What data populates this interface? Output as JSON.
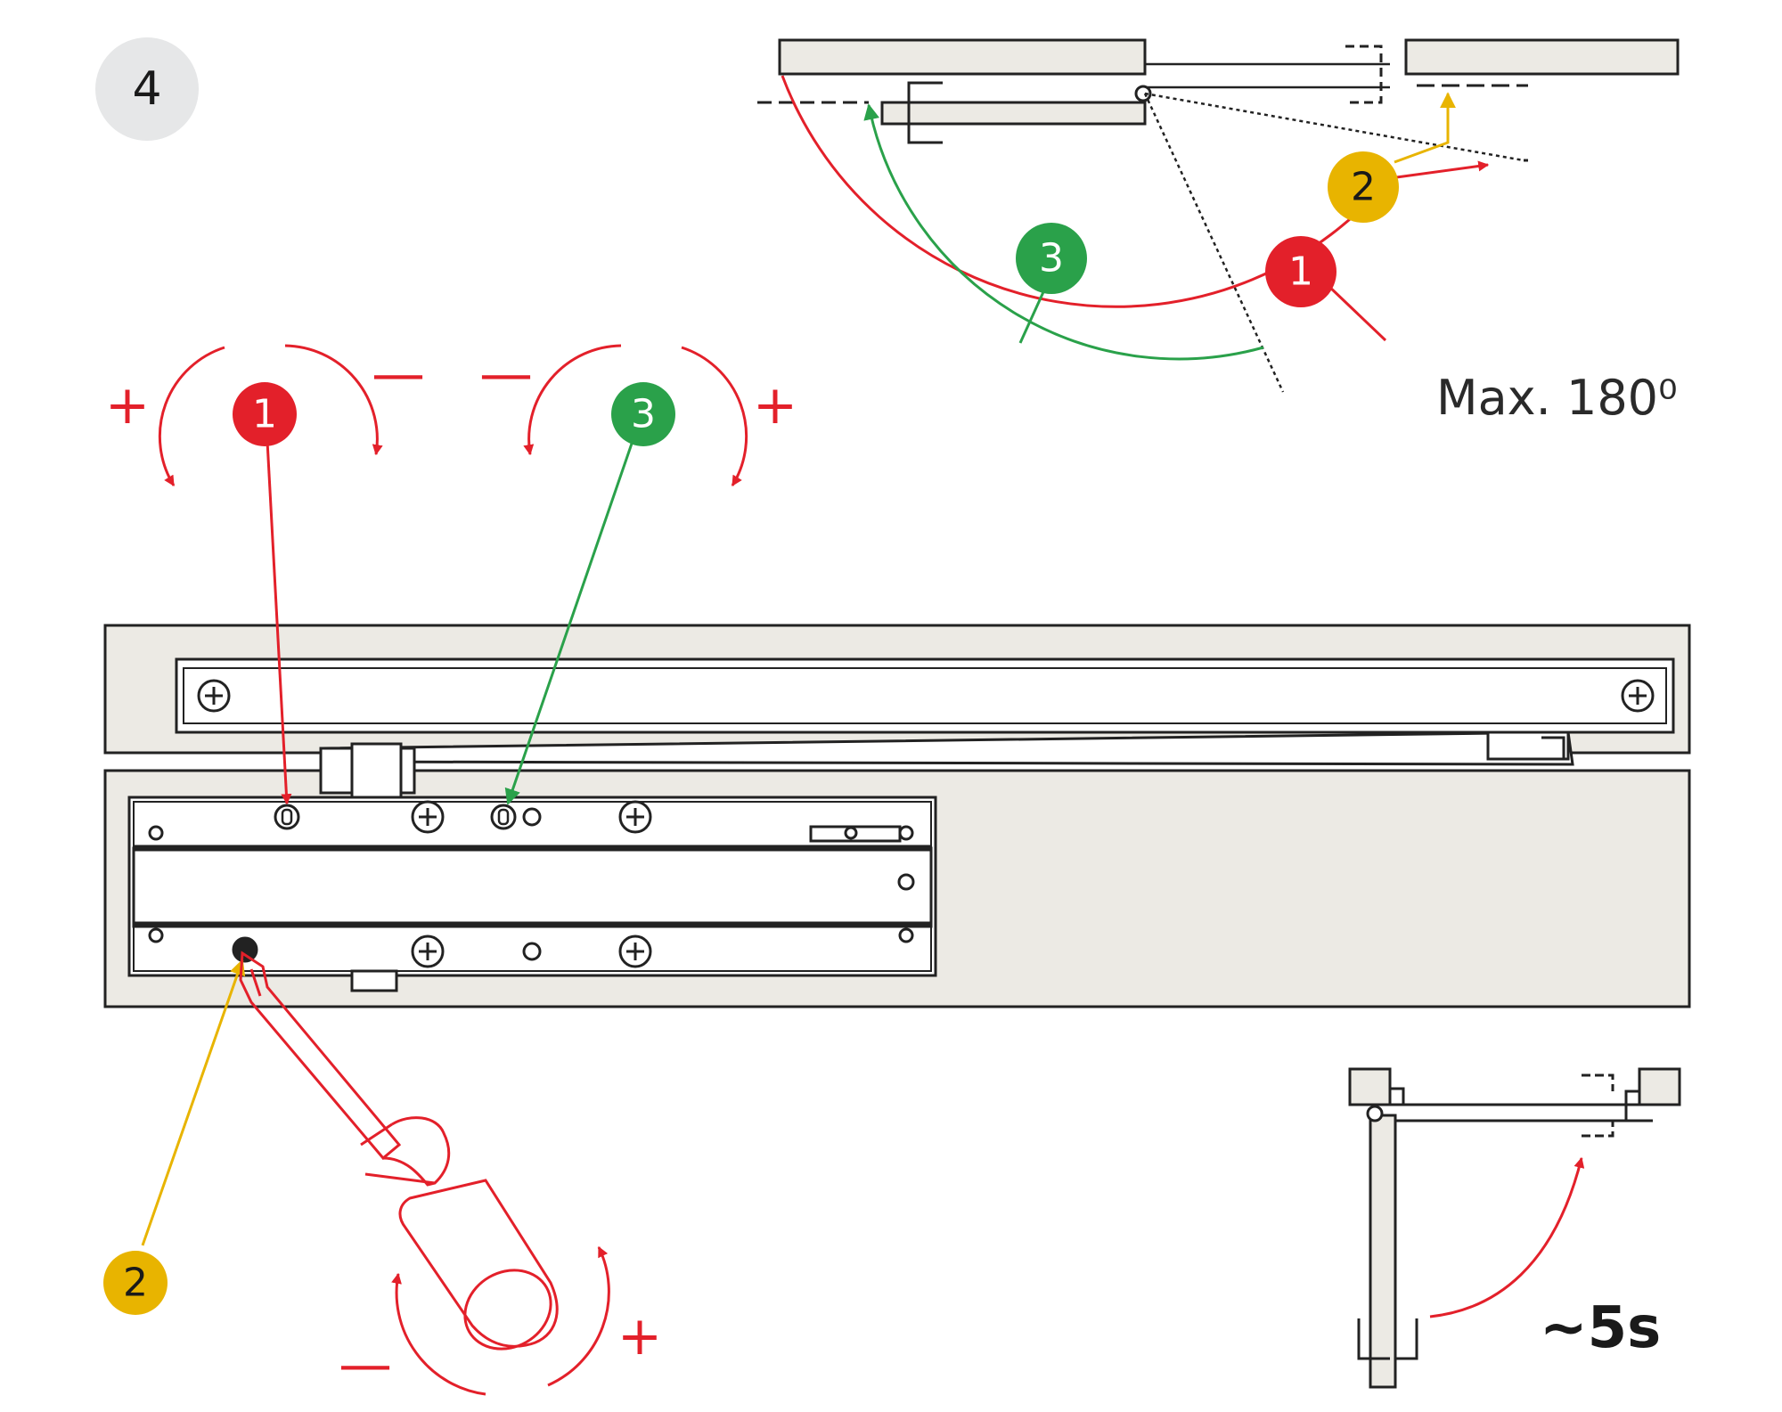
{
  "step": {
    "number": "4"
  },
  "badges": {
    "closing_speed": "1",
    "latching_speed": "2",
    "backcheck": "3"
  },
  "labels": {
    "max_angle": "Max. 180⁰",
    "delay_time": "~5s"
  },
  "signs": {
    "plus": "+",
    "minus": "—"
  },
  "colors": {
    "red": "#e3202a",
    "yellow": "#e8b400",
    "green": "#2aa14a",
    "panel": "#eceae4",
    "line": "#222222",
    "step_circle": "#e6e7e8"
  }
}
